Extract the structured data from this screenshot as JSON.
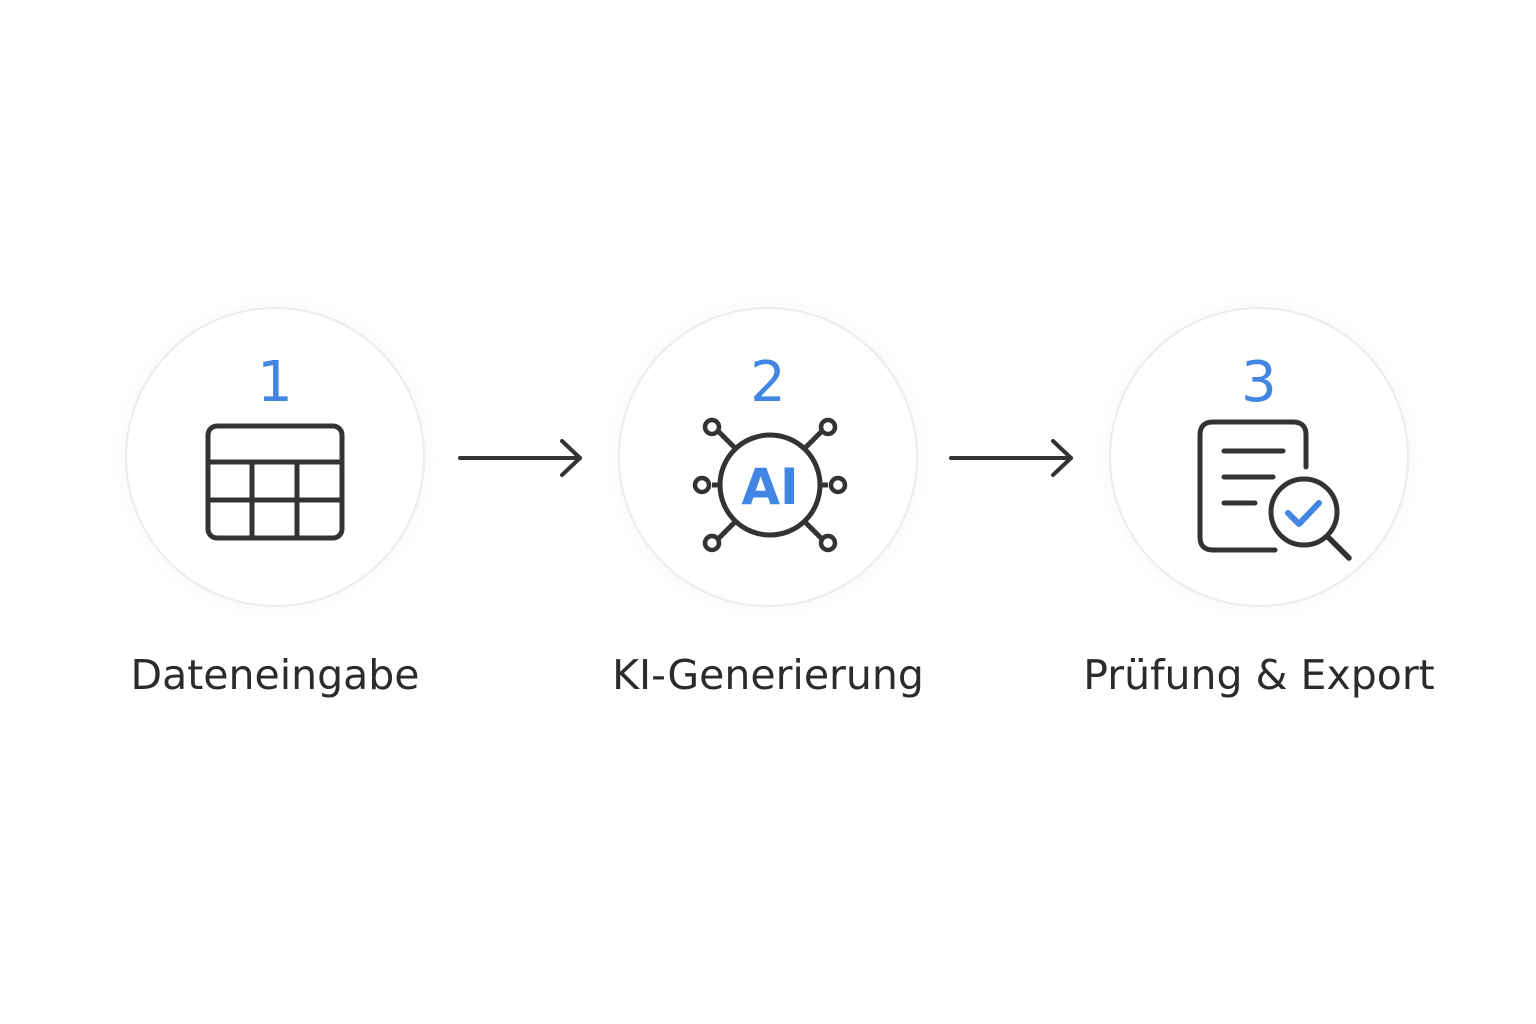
{
  "steps": [
    {
      "number": "1",
      "label": "Dateneingabe",
      "icon": "table-grid-icon"
    },
    {
      "number": "2",
      "label": "KI-Generierung",
      "icon": "ai-network-icon",
      "icon_text": "AI"
    },
    {
      "number": "3",
      "label": "Prüfung & Export",
      "icon": "document-magnifier-check-icon"
    }
  ],
  "colors": {
    "accent": "#4286e3",
    "icon_stroke": "#333333",
    "label_text": "#2b2b2b",
    "circle_border": "#ececec",
    "background": "#ffffff"
  }
}
